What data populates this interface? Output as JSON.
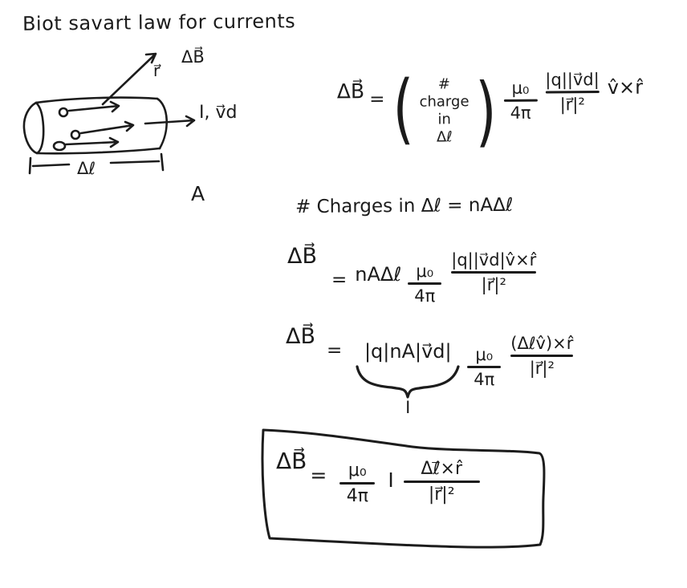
{
  "ink": "#1b1b1b",
  "title": "Biot savart law for currents",
  "diagram": {
    "delta_b_label": "ΔB⃗",
    "r_label": "r⃗",
    "current_label": "I, v⃗d",
    "length_label": "Δℓ",
    "area_label": "A"
  },
  "eq1": {
    "lhs": "ΔB⃗",
    "eq": "=",
    "paren_open": "(",
    "paren_close": ")",
    "paren_stack": [
      "#",
      "charge",
      "in",
      "Δℓ"
    ],
    "frac_mu": {
      "num": "μ₀",
      "den": "4π"
    },
    "frac_q": {
      "num": "|q||v⃗d|",
      "den": "|r⃗|²"
    },
    "tail": "v̂×r̂"
  },
  "count_line": "# Charges in Δℓ = nAΔℓ",
  "eq2": {
    "lhs": "ΔB⃗",
    "eq": "=",
    "pre": "nAΔℓ",
    "frac_mu": {
      "num": "μ₀",
      "den": "4π"
    },
    "frac_q": {
      "num": "|q||v⃗d|v̂×r̂",
      "den": "|r⃗|²"
    }
  },
  "eq3": {
    "lhs": "ΔB⃗",
    "eq": "=",
    "pre": "|q|nA|v⃗d|",
    "brace_label": "I",
    "frac_mu": {
      "num": "μ₀",
      "den": "4π"
    },
    "frac_q": {
      "num": "(Δℓv̂)×r̂",
      "den": "|r⃗|²"
    }
  },
  "boxed": {
    "lhs": "ΔB⃗",
    "eq": "=",
    "frac_mu": {
      "num": "μ₀",
      "den": "4π"
    },
    "current": "I",
    "frac_q": {
      "num": "Δℓ⃗×r̂",
      "den": "|r⃗|²"
    }
  }
}
